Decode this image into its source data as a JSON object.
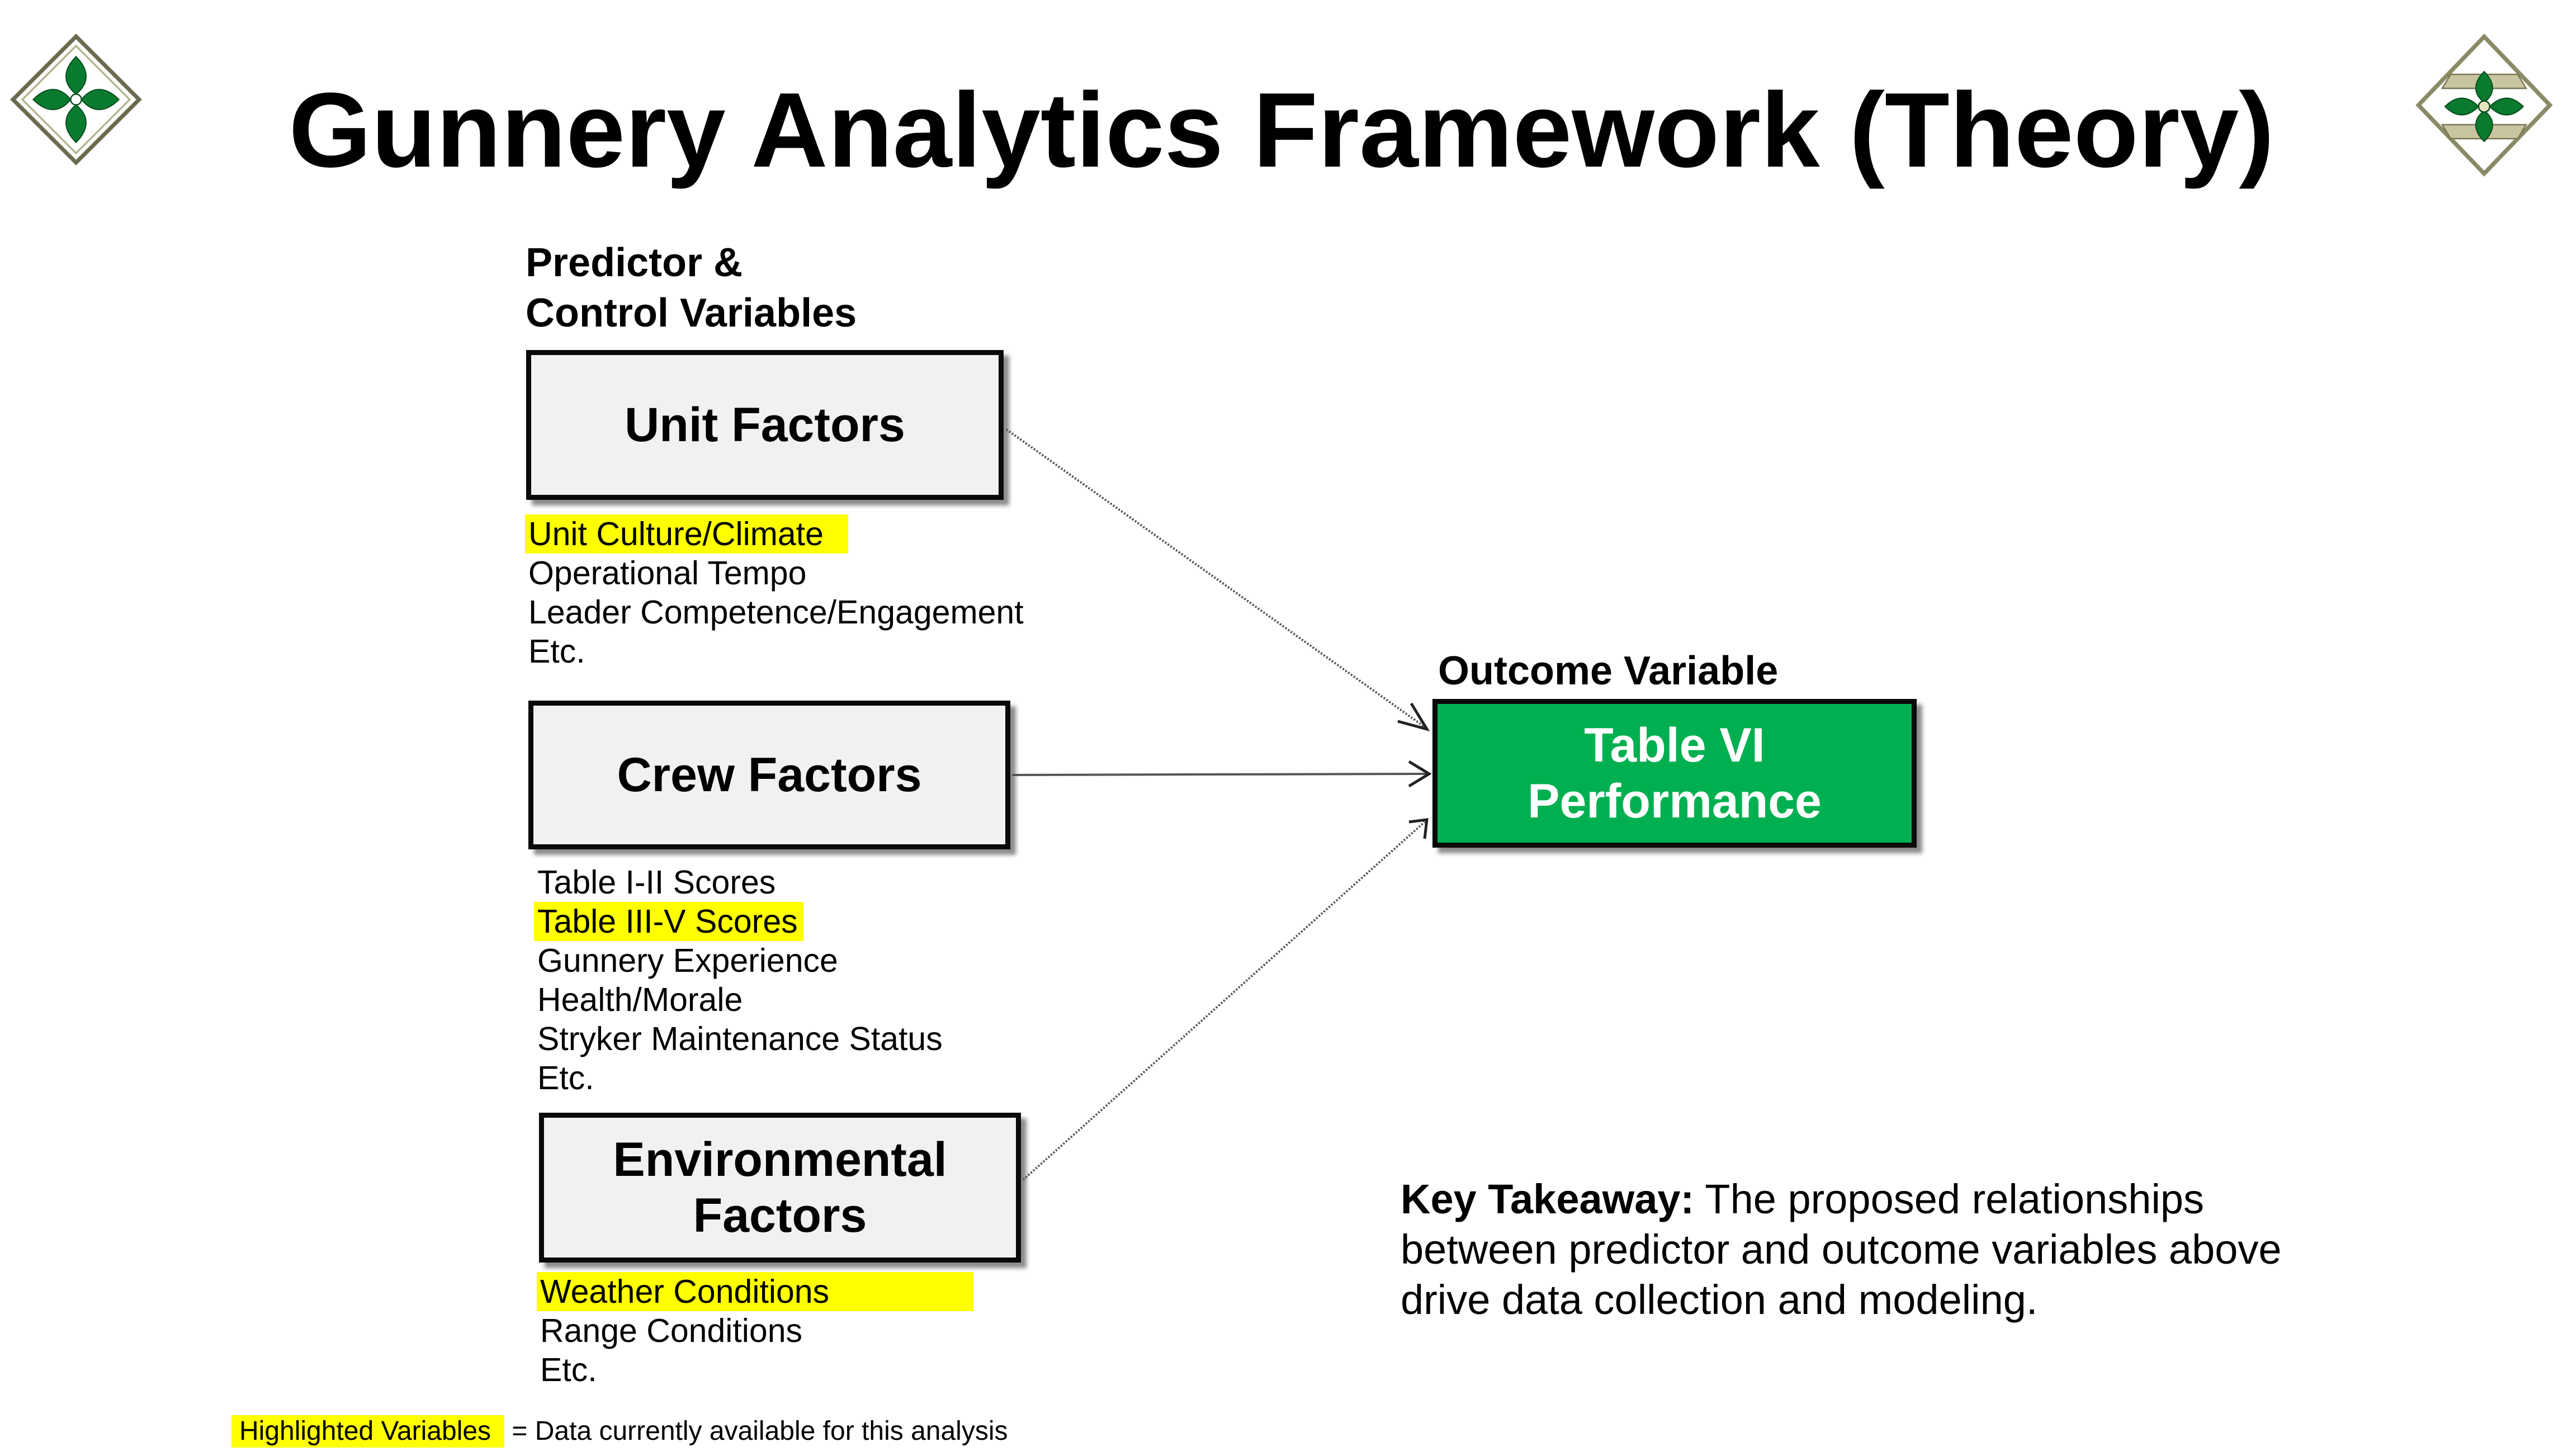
{
  "title": "Gunnery Analytics Framework (Theory)",
  "predictor_heading": [
    "Predictor &",
    "Control Variables"
  ],
  "outcome_heading": "Outcome Variable",
  "factors": [
    {
      "label_lines": [
        "Unit Factors"
      ],
      "variables": [
        {
          "text": "Unit Culture/Climate",
          "highlighted": true
        },
        {
          "text": "Operational Tempo",
          "highlighted": false
        },
        {
          "text": "Leader Competence/Engagement",
          "highlighted": false
        },
        {
          "text": "Etc.",
          "highlighted": false
        }
      ]
    },
    {
      "label_lines": [
        "Crew Factors"
      ],
      "variables": [
        {
          "text": "Table I-II Scores",
          "highlighted": false
        },
        {
          "text": "Table III-V Scores",
          "highlighted": true
        },
        {
          "text": "Gunnery Experience",
          "highlighted": false
        },
        {
          "text": "Health/Morale",
          "highlighted": false
        },
        {
          "text": "Stryker Maintenance Status",
          "highlighted": false
        },
        {
          "text": "Etc.",
          "highlighted": false
        }
      ]
    },
    {
      "label_lines": [
        "Environmental",
        "Factors"
      ],
      "variables": [
        {
          "text": "Weather Conditions",
          "highlighted": true
        },
        {
          "text": "Range Conditions",
          "highlighted": false
        },
        {
          "text": "Etc.",
          "highlighted": false
        }
      ]
    }
  ],
  "outcome": {
    "label_lines": [
      "Table VI",
      "Performance"
    ]
  },
  "takeaway": {
    "label": "Key Takeaway:",
    "text": "The proposed relationships between predictor and outcome variables above drive data collection and modeling."
  },
  "legend": {
    "key": "Highlighted Variables",
    "text": "= Data currently available for this analysis"
  },
  "colors": {
    "outcome_fill": "#00b050",
    "highlight": "#ffff00",
    "factor_fill": "#f1f1f1",
    "logo_green": "#0a7a2e"
  },
  "icons": {
    "left_logo": "ivy-leaf-insignia-icon",
    "right_logo": "raider-brigade-insignia-icon"
  }
}
